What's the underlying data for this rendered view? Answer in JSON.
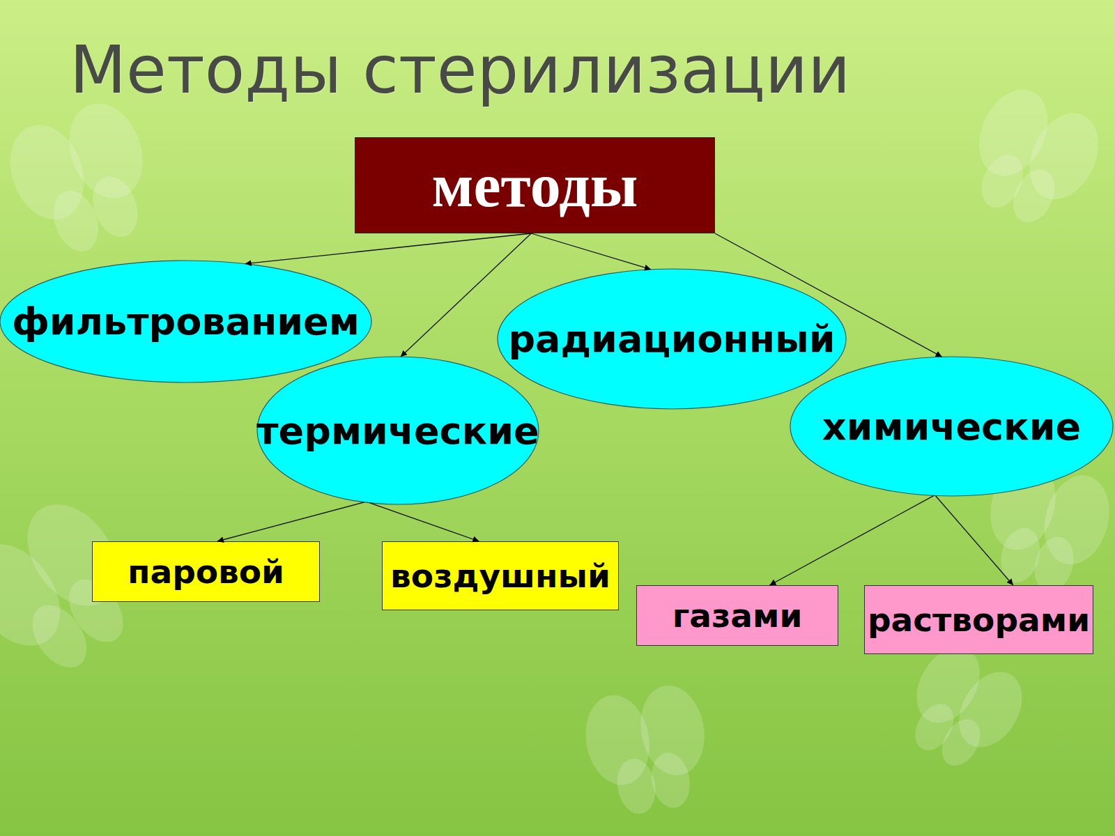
{
  "diagram": {
    "title": "Методы стерилизации",
    "nodes": [
      {
        "text": [
          "методы"
        ]
      },
      {
        "text": [
          "фильтрованием"
        ]
      },
      {
        "text": [
          "термические"
        ]
      },
      {
        "text": [
          "радиационный"
        ]
      },
      {
        "text": [
          "химические"
        ]
      },
      {
        "text": [
          "паровой"
        ]
      },
      {
        "text": [
          "воздушный"
        ]
      },
      {
        "text": [
          "газами"
        ]
      },
      {
        "text": [
          "растворами"
        ]
      }
    ],
    "edges": [
      {
        "from": 0,
        "to": 1,
        "arrow": "to"
      },
      {
        "from": 0,
        "to": 2,
        "arrow": "to"
      },
      {
        "from": 0,
        "to": 3,
        "arrow": "to"
      },
      {
        "from": 0,
        "to": 4,
        "arrow": "to"
      },
      {
        "from": 2,
        "to": 5,
        "arrow": "to"
      },
      {
        "from": 2,
        "to": 6,
        "arrow": "to"
      },
      {
        "from": 4,
        "to": 7,
        "arrow": "to"
      },
      {
        "from": 4,
        "to": 8,
        "arrow": "to"
      }
    ]
  }
}
